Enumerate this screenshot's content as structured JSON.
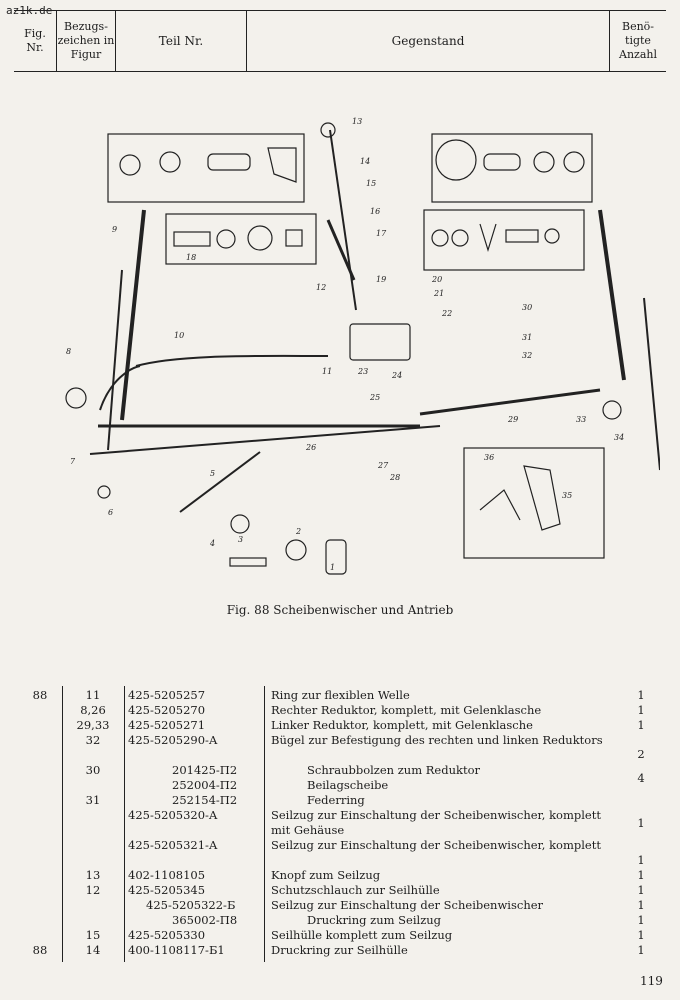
{
  "watermark": "az1k.de",
  "header": {
    "fig_nr": "Fig. Nr.",
    "bezugszeichen": "Bezugs- zeichen in Figur",
    "teil_nr": "Teil Nr.",
    "gegenstand": "Gegenstand",
    "anzahl": "Benö- tigte Anzahl"
  },
  "figure": {
    "caption": "Fig. 88 Scheibenwischer und Antrieb",
    "labels": [
      "1",
      "2",
      "3",
      "4",
      "5",
      "6",
      "7",
      "8",
      "9",
      "10",
      "11",
      "12",
      "13",
      "14",
      "15",
      "16",
      "17",
      "18",
      "19",
      "20",
      "21",
      "22",
      "23",
      "24",
      "25",
      "26",
      "27",
      "28",
      "29",
      "30",
      "31",
      "32",
      "33",
      "34",
      "35",
      "36"
    ]
  },
  "rows": [
    {
      "fig": "88",
      "ref": "11",
      "part": "425-5205257",
      "desc": "Ring zur flexiblen Welle",
      "qty": "1"
    },
    {
      "fig": "",
      "ref": "8,26",
      "part": "425-5205270",
      "desc": "Rechter Reduktor, komplett, mit Gelenklasche",
      "qty": "1"
    },
    {
      "fig": "",
      "ref": "29,33",
      "part": "425-5205271",
      "desc": "Linker Reduktor, komplett, mit Gelenklasche",
      "qty": "1"
    },
    {
      "fig": "",
      "ref": "32",
      "part": "425-5205290-A",
      "desc": "Bügel zur Befestigung des rechten und linken Reduktors",
      "qty": "2"
    },
    {
      "fig": "",
      "ref": "30",
      "part": "201425-П2",
      "desc": "Schraubbolzen zum Reduktor",
      "qty": "4"
    },
    {
      "fig": "",
      "ref": "",
      "part": "252004-П2",
      "desc": "Beilagscheibe",
      "qty": ""
    },
    {
      "fig": "",
      "ref": "31",
      "part": "252154-П2",
      "desc": "Federring",
      "qty": ""
    },
    {
      "fig": "",
      "ref": "",
      "part": "425-5205320-A",
      "desc": "Seilzug zur Einschaltung der Scheibenwischer, komplett mit Gehäuse",
      "qty": "1"
    },
    {
      "fig": "",
      "ref": "",
      "part": "425-5205321-A",
      "desc": "Seilzug zur Einschaltung der Scheibenwischer, komplett",
      "qty": "1"
    },
    {
      "fig": "",
      "ref": "13",
      "part": "402-1108105",
      "desc": "Knopf zum Seilzug",
      "qty": "1"
    },
    {
      "fig": "",
      "ref": "12",
      "part": "425-5205345",
      "desc": "Schutzschlauch zur Seilhülle",
      "qty": "1"
    },
    {
      "fig": "",
      "ref": "",
      "part": "425-5205322-Б",
      "desc": "Seilzug zur Einschaltung der Scheibenwischer",
      "qty": "1"
    },
    {
      "fig": "",
      "ref": "",
      "part": "365002-П8",
      "desc": "Druckring zum Seilzug",
      "qty": "1"
    },
    {
      "fig": "",
      "ref": "15",
      "part": "425-5205330",
      "desc": "Seilhülle komplett zum Seilzug",
      "qty": "1"
    },
    {
      "fig": "88",
      "ref": "14",
      "part": "400-1108117-Б1",
      "desc": "Druckring zur Seilhülle",
      "qty": "1"
    }
  ],
  "page_number": "119"
}
